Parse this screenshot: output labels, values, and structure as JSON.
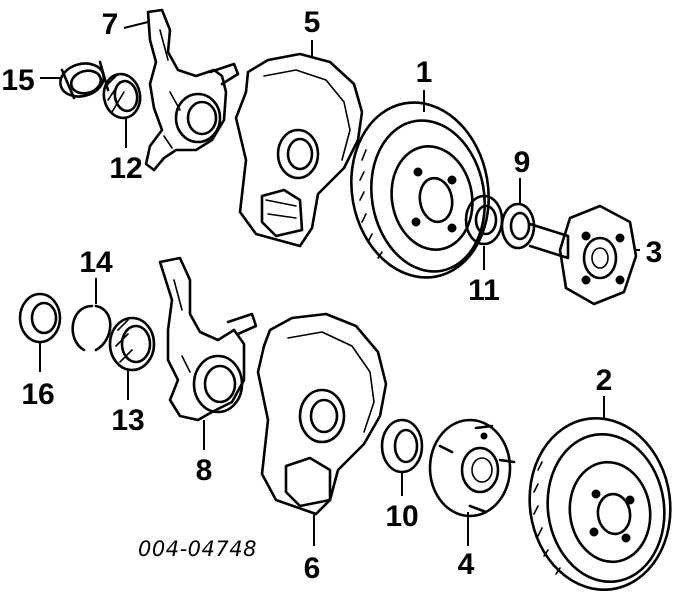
{
  "diagram": {
    "catalog_number": "004-04748",
    "callouts": {
      "c1": "1",
      "c2": "2",
      "c3": "3",
      "c4": "4",
      "c5": "5",
      "c6": "6",
      "c7": "7",
      "c8": "8",
      "c9": "9",
      "c10": "10",
      "c11": "11",
      "c12": "12",
      "c13": "13",
      "c14": "14",
      "c15": "15",
      "c16": "16"
    }
  }
}
